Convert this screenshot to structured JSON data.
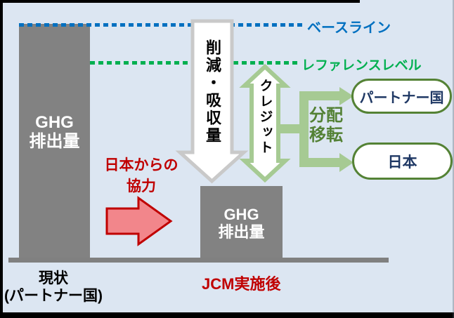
{
  "diagram": {
    "baseline": {
      "label": "ベースライン"
    },
    "reference_level": {
      "label": "レファレンスレベル"
    },
    "current_bar": {
      "line1": "GHG",
      "line2": "排出量"
    },
    "after_bar": {
      "line1": "GHG",
      "line2": "排出量"
    },
    "reduction_arrow": {
      "label": "削減・吸収量"
    },
    "credit_arrow": {
      "label": "クレジット"
    },
    "distribution": {
      "line1": "分配",
      "line2": "移転"
    },
    "partner_oval": {
      "label": "パートナー国"
    },
    "japan_oval": {
      "label": "日本"
    },
    "cooperation": {
      "line1": "日本からの",
      "line2": "協力"
    },
    "current_caption": {
      "line1": "現状",
      "line2": "(パートナー国)"
    },
    "after_caption": {
      "label": "JCM実施後"
    }
  },
  "colors": {
    "background": "#DCE6F2",
    "baseline_blue": "#0070C0",
    "reference_green": "#00B050",
    "bar_gray": "#828282",
    "reduction_arrow_border": "#C9C9C9",
    "credit_green": "#A6CA93",
    "oval_border_green": "#548235",
    "oval_text_navy": "#1F3864",
    "distribution_text_green": "#538135",
    "red_accent": "#C00000",
    "red_arrow_fill": "#F2868B",
    "frame_black": "#000000"
  }
}
